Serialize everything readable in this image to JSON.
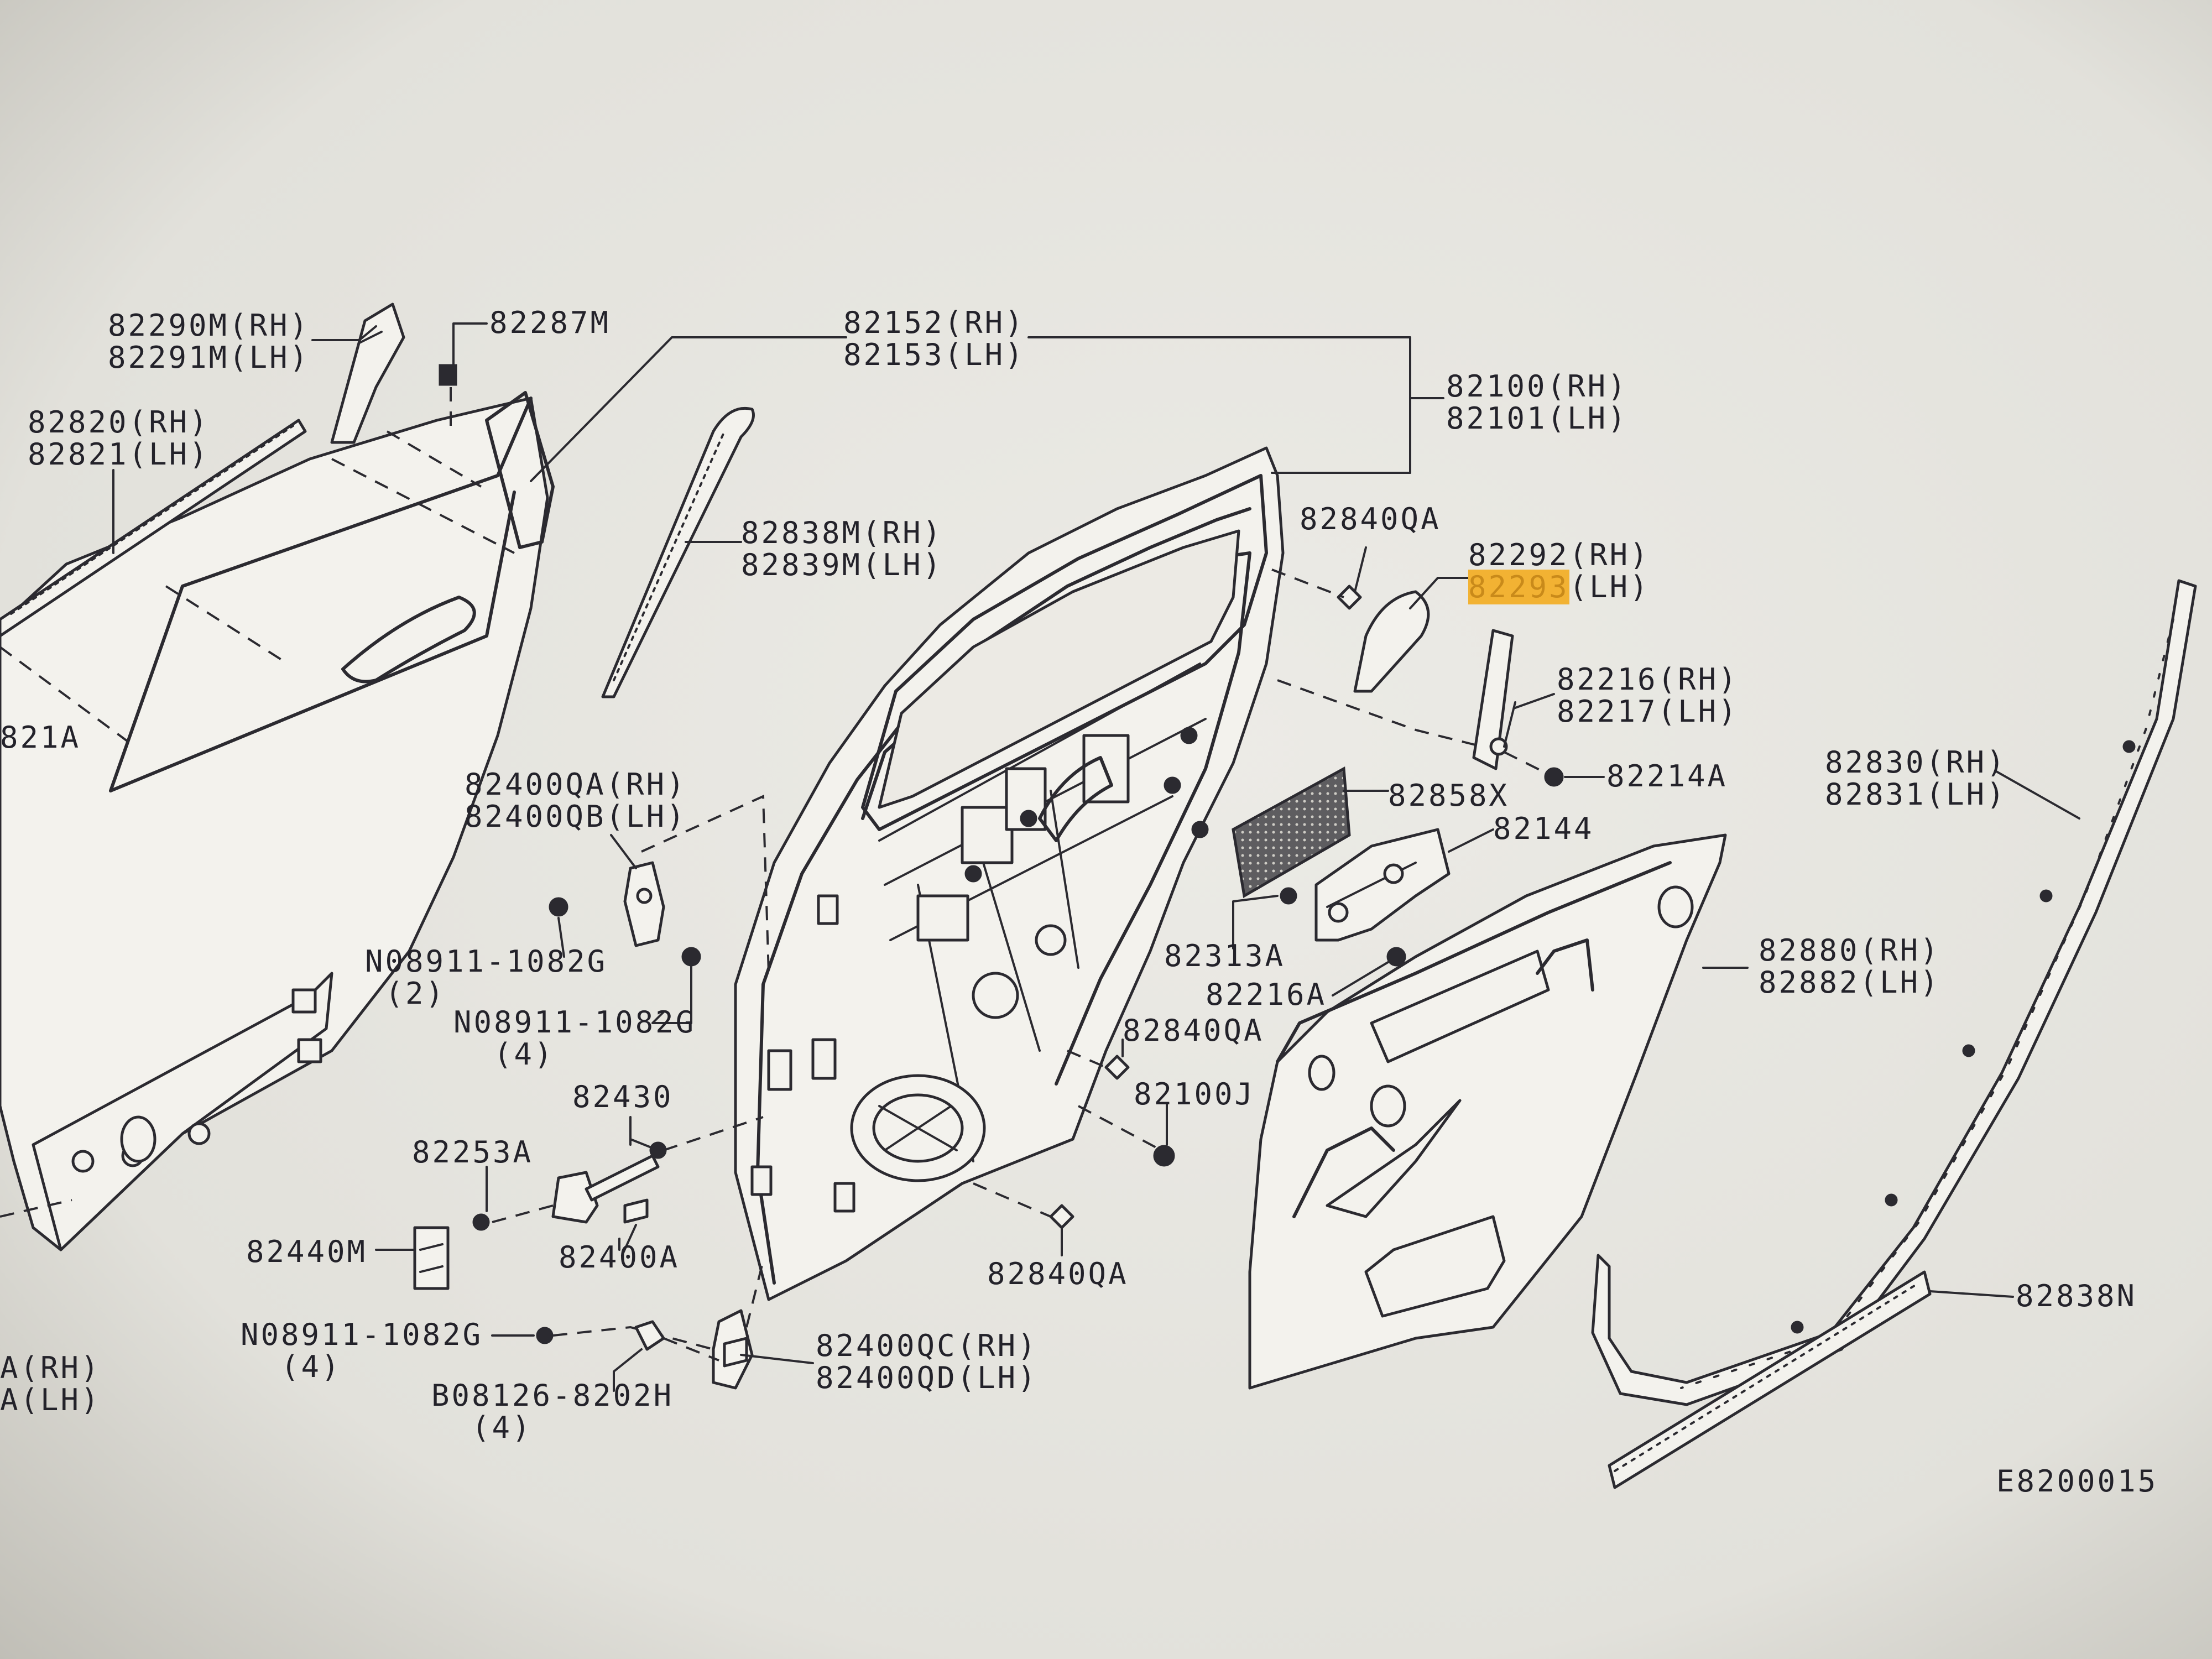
{
  "diagram": {
    "labels": {
      "l_82290M": "82290M(RH)\n82291M(LH)",
      "l_82287M": "82287M",
      "l_82152": "82152(RH)\n82153(LH)",
      "l_82100": "82100(RH)\n82101(LH)",
      "l_82820": "82820(RH)\n82821(LH)",
      "l_82838M": "82838M(RH)\n82839M(LH)",
      "l_82840QA_top": "82840QA",
      "l_82292": "82292(RH)",
      "l_82293": "82293",
      "l_82293_suffix": "(LH)",
      "l_82216": "82216(RH)\n82217(LH)",
      "l_82214A": "82214A",
      "l_82830": "82830(RH)\n82831(LH)",
      "l_821A": "821A",
      "l_82400QA": "82400QA(RH)\n82400QB(LH)",
      "l_82858X": "82858X",
      "l_82144": "82144",
      "l_08911_a": "N08911-1082G\n (2)",
      "l_82313A": "82313A",
      "l_82880": "82880(RH)\n82882(LH)",
      "l_08911_b": "N08911-1082G\n  (4)",
      "l_82216A": "82216A",
      "l_82840QA_mid": "82840QA",
      "l_82430": "82430",
      "l_82100J": "82100J",
      "l_82253A": "82253A",
      "l_82440M": "82440M",
      "l_82400A": "82400A",
      "l_82840QA_bot": "82840QA",
      "l_82838N": "82838N",
      "l_08911_c": "N08911-1082G\n  (4)",
      "l_82400QC": "82400QC(RH)\n82400QD(LH)",
      "l_08126": "B08126-8202H\n  (4)",
      "l_A_rh_lh": "A(RH)\nA(LH)",
      "l_code": "E8200015"
    }
  },
  "colors": {
    "paper": "#e8e7e2",
    "ink": "#2b2a30",
    "highlight": "#f2b233"
  }
}
